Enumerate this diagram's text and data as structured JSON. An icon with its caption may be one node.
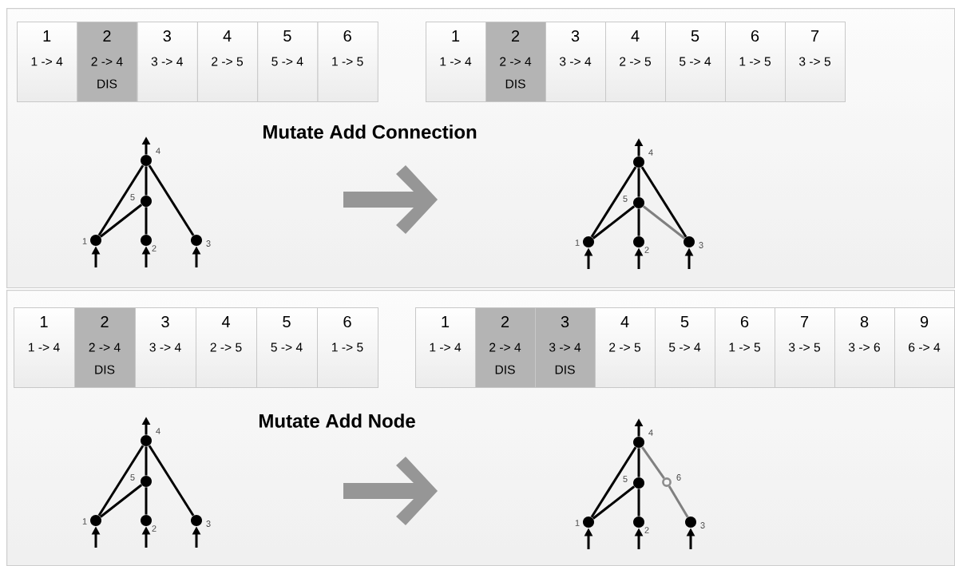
{
  "diagram": {
    "nodes": [
      {
        "text": [
          "Mutate Add Connection"
        ]
      },
      {
        "text": [
          "1",
          "1 -> 4"
        ],
        "in": 0
      },
      {
        "text": [
          "2",
          "2 -> 4",
          "DIS"
        ],
        "in": 0
      },
      {
        "text": [
          "3",
          "3 -> 4"
        ],
        "in": 0
      },
      {
        "text": [
          "4",
          "2 -> 5"
        ],
        "in": 0
      },
      {
        "text": [
          "5",
          "5 -> 4"
        ],
        "in": 0
      },
      {
        "text": [
          "6",
          "1 -> 5"
        ],
        "in": 0
      },
      {
        "text": [
          "1",
          "1 -> 4"
        ],
        "in": 0
      },
      {
        "text": [
          "2",
          "2 -> 4",
          "DIS"
        ],
        "in": 0
      },
      {
        "text": [
          "3",
          "3 -> 4"
        ],
        "in": 0
      },
      {
        "text": [
          "4",
          "2 -> 5"
        ],
        "in": 0
      },
      {
        "text": [
          "5",
          "5 -> 4"
        ],
        "in": 0
      },
      {
        "text": [
          "6",
          "1 -> 5"
        ],
        "in": 0
      },
      {
        "text": [
          "7",
          "3 -> 5"
        ],
        "in": 0
      },
      {
        "text": [],
        "shape": "circle",
        "beside": [
          "4"
        ],
        "in": 0
      },
      {
        "text": [],
        "shape": "circle",
        "beside": [
          "5"
        ],
        "in": 0
      },
      {
        "text": [],
        "shape": "circle",
        "beside": [
          "1"
        ],
        "in": 0
      },
      {
        "text": [],
        "shape": "circle",
        "beside": [
          "2"
        ],
        "in": 0
      },
      {
        "text": [],
        "shape": "circle",
        "beside": [
          "3"
        ],
        "in": 0
      },
      {
        "text": [],
        "shape": "circle",
        "beside": [
          "4"
        ],
        "in": 0
      },
      {
        "text": [],
        "shape": "circle",
        "beside": [
          "5"
        ],
        "in": 0
      },
      {
        "text": [],
        "shape": "circle",
        "beside": [
          "1"
        ],
        "in": 0
      },
      {
        "text": [],
        "shape": "circle",
        "beside": [
          "2"
        ],
        "in": 0
      },
      {
        "text": [],
        "shape": "circle",
        "beside": [
          "3"
        ],
        "in": 0
      },
      {
        "text": [
          "Mutate Add Node"
        ]
      },
      {
        "text": [
          "1",
          "1 -> 4"
        ],
        "in": 24
      },
      {
        "text": [
          "2",
          "2 -> 4",
          "DIS"
        ],
        "in": 24
      },
      {
        "text": [
          "3",
          "3 -> 4"
        ],
        "in": 24
      },
      {
        "text": [
          "4",
          "2 -> 5"
        ],
        "in": 24
      },
      {
        "text": [
          "5",
          "5 -> 4"
        ],
        "in": 24
      },
      {
        "text": [
          "6",
          "1 -> 5"
        ],
        "in": 24
      },
      {
        "text": [
          "1",
          "1 -> 4"
        ],
        "in": 24
      },
      {
        "text": [
          "2",
          "2 -> 4",
          "DIS"
        ],
        "in": 24
      },
      {
        "text": [
          "3",
          "3 -> 4",
          "DIS"
        ],
        "in": 24
      },
      {
        "text": [
          "4",
          "2 -> 5"
        ],
        "in": 24
      },
      {
        "text": [
          "5",
          "5 -> 4"
        ],
        "in": 24
      },
      {
        "text": [
          "6",
          "1 -> 5"
        ],
        "in": 24
      },
      {
        "text": [
          "7",
          "3 -> 5"
        ],
        "in": 24
      },
      {
        "text": [
          "8",
          "3 -> 6"
        ],
        "in": 24
      },
      {
        "text": [
          "9",
          "6 -> 4"
        ],
        "in": 24
      },
      {
        "text": [],
        "shape": "circle",
        "beside": [
          "4"
        ],
        "in": 24
      },
      {
        "text": [],
        "shape": "circle",
        "beside": [
          "5"
        ],
        "in": 24
      },
      {
        "text": [],
        "shape": "circle",
        "beside": [
          "1"
        ],
        "in": 24
      },
      {
        "text": [],
        "shape": "circle",
        "beside": [
          "2"
        ],
        "in": 24
      },
      {
        "text": [],
        "shape": "circle",
        "beside": [
          "3"
        ],
        "in": 24
      },
      {
        "text": [],
        "shape": "circle",
        "beside": [
          "4"
        ],
        "in": 24
      },
      {
        "text": [],
        "shape": "circle",
        "beside": [
          "5"
        ],
        "in": 24
      },
      {
        "text": [],
        "shape": "circle",
        "beside": [
          "6"
        ],
        "in": 24
      },
      {
        "text": [],
        "shape": "circle",
        "beside": [
          "1"
        ],
        "in": 24
      },
      {
        "text": [],
        "shape": "circle",
        "beside": [
          "2"
        ],
        "in": 24
      },
      {
        "text": [],
        "shape": "circle",
        "beside": [
          "3"
        ],
        "in": 24
      }
    ],
    "edges": [
      {
        "from": 16,
        "to": 14,
        "arrow": "none"
      },
      {
        "from": 17,
        "to": 15,
        "arrow": "none"
      },
      {
        "from": 15,
        "to": 14,
        "arrow": "none"
      },
      {
        "from": 16,
        "to": 15,
        "arrow": "none"
      },
      {
        "from": 18,
        "to": 14,
        "arrow": "none"
      },
      {
        "from": 14,
        "to": null,
        "arrow": "to"
      },
      {
        "from": null,
        "to": 16,
        "arrow": "to"
      },
      {
        "from": null,
        "to": 17,
        "arrow": "to"
      },
      {
        "from": null,
        "to": 18,
        "arrow": "to"
      },
      {
        "from": 21,
        "to": 19,
        "arrow": "none"
      },
      {
        "from": 22,
        "to": 20,
        "arrow": "none"
      },
      {
        "from": 20,
        "to": 19,
        "arrow": "none"
      },
      {
        "from": 21,
        "to": 20,
        "arrow": "none"
      },
      {
        "from": 23,
        "to": 19,
        "arrow": "none"
      },
      {
        "from": 23,
        "to": 20,
        "arrow": "none",
        "color": "#808080"
      },
      {
        "from": 19,
        "to": null,
        "arrow": "to"
      },
      {
        "from": null,
        "to": 21,
        "arrow": "to"
      },
      {
        "from": null,
        "to": 22,
        "arrow": "to"
      },
      {
        "from": null,
        "to": 23,
        "arrow": "to"
      },
      {
        "from": 42,
        "to": 40,
        "arrow": "none"
      },
      {
        "from": 43,
        "to": 41,
        "arrow": "none"
      },
      {
        "from": 41,
        "to": 40,
        "arrow": "none"
      },
      {
        "from": 42,
        "to": 41,
        "arrow": "none"
      },
      {
        "from": 44,
        "to": 40,
        "arrow": "none"
      },
      {
        "from": 40,
        "to": null,
        "arrow": "to"
      },
      {
        "from": null,
        "to": 42,
        "arrow": "to"
      },
      {
        "from": null,
        "to": 43,
        "arrow": "to"
      },
      {
        "from": null,
        "to": 44,
        "arrow": "to"
      },
      {
        "from": 48,
        "to": 45,
        "arrow": "none"
      },
      {
        "from": 49,
        "to": 46,
        "arrow": "none"
      },
      {
        "from": 46,
        "to": 45,
        "arrow": "none"
      },
      {
        "from": 48,
        "to": 46,
        "arrow": "none"
      },
      {
        "from": 50,
        "to": 47,
        "arrow": "none",
        "color": "#808080"
      },
      {
        "from": 47,
        "to": 45,
        "arrow": "none",
        "color": "#808080"
      },
      {
        "from": 45,
        "to": null,
        "arrow": "to"
      },
      {
        "from": null,
        "to": 48,
        "arrow": "to"
      },
      {
        "from": null,
        "to": 49,
        "arrow": "to"
      },
      {
        "from": null,
        "to": 50,
        "arrow": "to"
      }
    ]
  }
}
